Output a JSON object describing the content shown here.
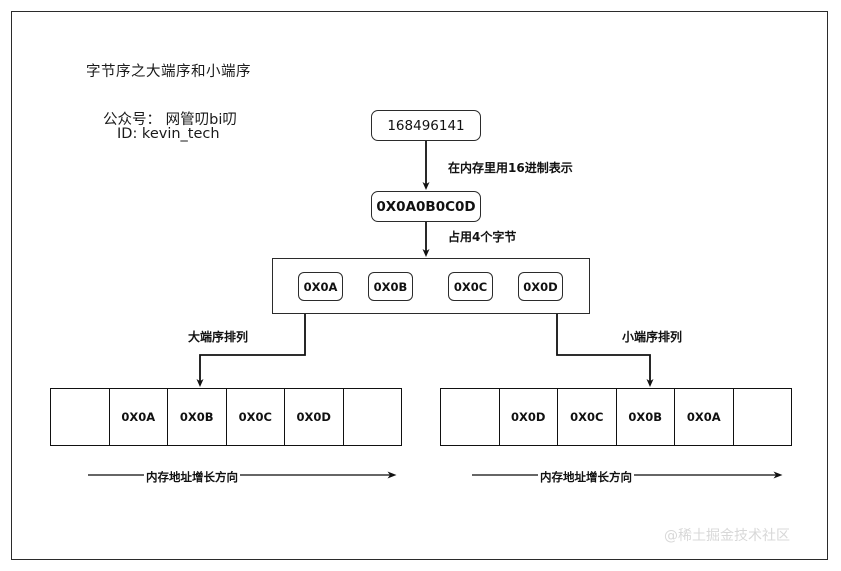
{
  "diagram": {
    "title": "字节序之大端序和小端序",
    "credit": {
      "account_line": "公众号： 网管叨bi叨",
      "id_line": "ID: kevin_tech"
    },
    "watermark": "@稀土掘金技术社区",
    "nodes": {
      "decimal_value": "168496141",
      "hex_value": "0X0A0B0C0D"
    },
    "edge_labels": {
      "to_hex": "在内存里用16进制表示",
      "to_bytes": "占用4个字节",
      "big_endian": "大端序排列",
      "little_endian": "小端序排列"
    },
    "byte_group": {
      "bytes": [
        "0X0A",
        "0X0B",
        "0X0C",
        "0X0D"
      ]
    },
    "memory_big_endian": {
      "cells": [
        "",
        "0X0A",
        "0X0B",
        "0X0C",
        "0X0D",
        ""
      ],
      "axis_label": "内存地址增长方向"
    },
    "memory_little_endian": {
      "cells": [
        "",
        "0X0D",
        "0X0C",
        "0X0B",
        "0X0A",
        ""
      ],
      "axis_label": "内存地址增长方向"
    },
    "colors": {
      "stroke": "#2b2b2b",
      "text": "#111111",
      "background": "#ffffff",
      "watermark": "#d8d8d8"
    }
  }
}
